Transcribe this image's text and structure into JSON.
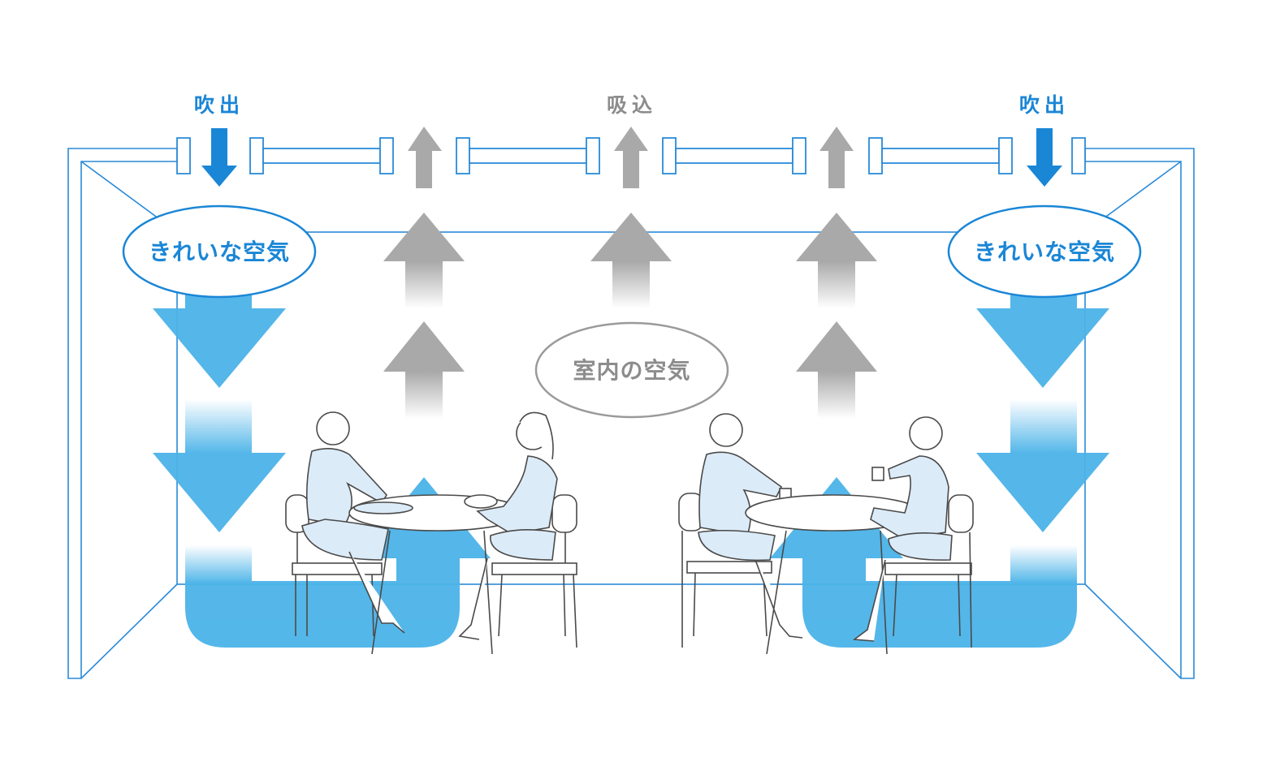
{
  "labels": {
    "supply_left": "吹出",
    "exhaust_center": "吸込",
    "supply_right": "吹出"
  },
  "bubbles": {
    "clean_air_left": "きれいな空気",
    "clean_air_right": "きれいな空気",
    "indoor_air": "室内の空気"
  },
  "colors": {
    "clean_air": "#4bb3e8",
    "clean_air_text": "#1a86d6",
    "room_outline": "#2a8ad8",
    "indoor_air_arrow": "#a9a9a9",
    "indoor_air_text": "#8c8c8c",
    "person_tint": "#dcebf8"
  }
}
